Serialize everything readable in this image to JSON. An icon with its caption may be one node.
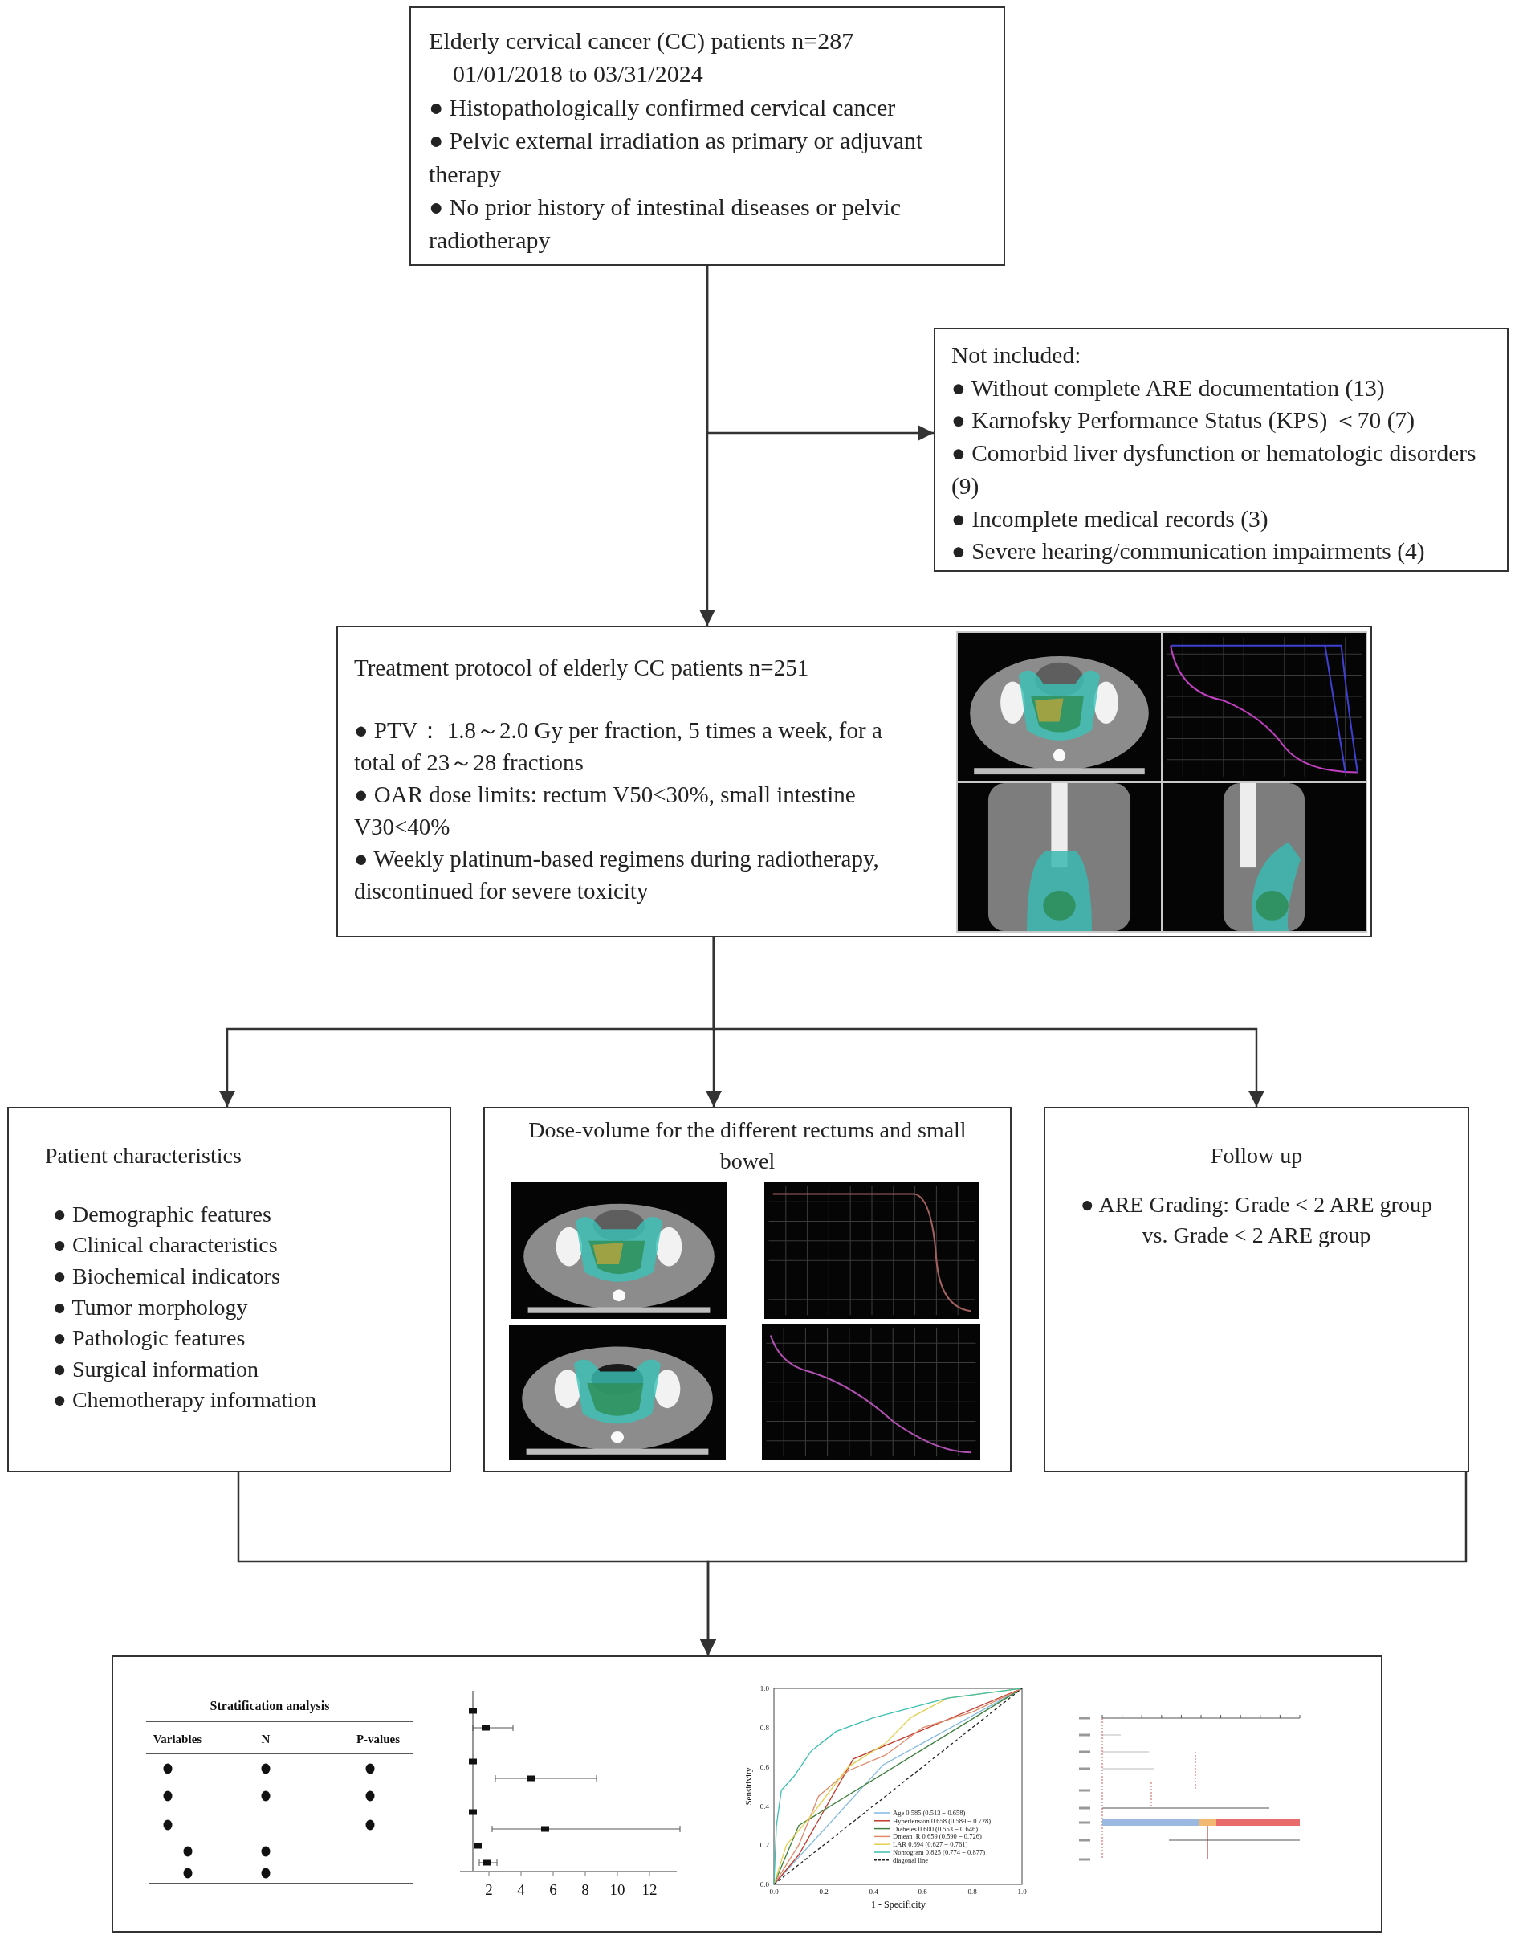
{
  "diagram": {
    "nodes": [
      {
        "text": [
          "Elderly cervical cancer (CC) patients n=287",
          "01/01/2018 to 03/31/2024",
          "● Histopathologically confirmed cervical cancer",
          "● Pelvic external irradiation as primary or adjuvant therapy",
          "● No prior history of intestinal diseases or pelvic radiotherapy"
        ]
      },
      {
        "text": [
          "Not included:",
          "● Without complete ARE documentation (13)",
          "● Karnofsky Performance Status (KPS) ＜70 (7)",
          "● Comorbid liver dysfunction or hematologic disorders (9)",
          "● Incomplete medical records (3)",
          "● Severe hearing/communication impairments (4)"
        ]
      },
      {
        "text": [
          "Treatment protocol of elderly CC patients n=251",
          "● PTV： 1.8～2.0 Gy per fraction, 5 times a week, for a total of 23～28 fractions",
          "● OAR dose limits: rectum V50<30%, small intestine V30<40%",
          "● Weekly platinum-based regimens during radiotherapy, discontinued for severe toxicity"
        ]
      },
      {
        "text": [
          "Patient characteristics",
          "● Demographic features",
          "● Clinical characteristics",
          "● Biochemical indicators",
          "● Tumor morphology",
          "● Pathologic features",
          "● Surgical information",
          "● Chemotherapy information"
        ]
      },
      {
        "text": [
          "Dose-volume for the different rectums and small bowel"
        ]
      },
      {
        "text": [
          "Follow up",
          "● ARE Grading: Grade < 2 ARE group vs. Grade < 2 ARE group"
        ]
      },
      {
        "text": [],
        "shape": "box"
      }
    ],
    "edges": [
      {
        "from": 0,
        "to": 2,
        "arrow": "to"
      },
      {
        "from": 0,
        "to": 1,
        "arrow": "to"
      },
      {
        "from": 2,
        "to": 3,
        "arrow": "to"
      },
      {
        "from": 2,
        "to": 4,
        "arrow": "to"
      },
      {
        "from": 2,
        "to": 5,
        "arrow": "to"
      },
      {
        "from": 3,
        "to": 6,
        "arrow": "to"
      },
      {
        "from": 5,
        "to": 6,
        "arrow": "to"
      }
    ],
    "labels": [
      "Stratification analysis",
      "Variables",
      "N",
      "P-values",
      "2",
      "4",
      "6",
      "8",
      "10",
      "12",
      "1.0",
      "0.8",
      "0.6",
      "0.4",
      "0.2",
      "0.0",
      "Sensitivity",
      "0.0",
      "0.2",
      "0.4",
      "0.6",
      "0.8",
      "1.0",
      "1 - Specificity"
    ],
    "legend": [
      {
        "text": "Age 0.585 (0.513－0.658)"
      },
      {
        "text": "Hypertension 0.658 (0.589－0.728)"
      },
      {
        "text": "Diabetes 0.600 (0.553－0.646)"
      },
      {
        "text": "Dmean_R 0.659 (0.590－0.726)"
      },
      {
        "text": "LAR 0.694 (0.627－0.761)"
      },
      {
        "text": "Nomogram 0.825 (0.774－0.877)"
      },
      {
        "text": "diagonal line"
      }
    ]
  }
}
